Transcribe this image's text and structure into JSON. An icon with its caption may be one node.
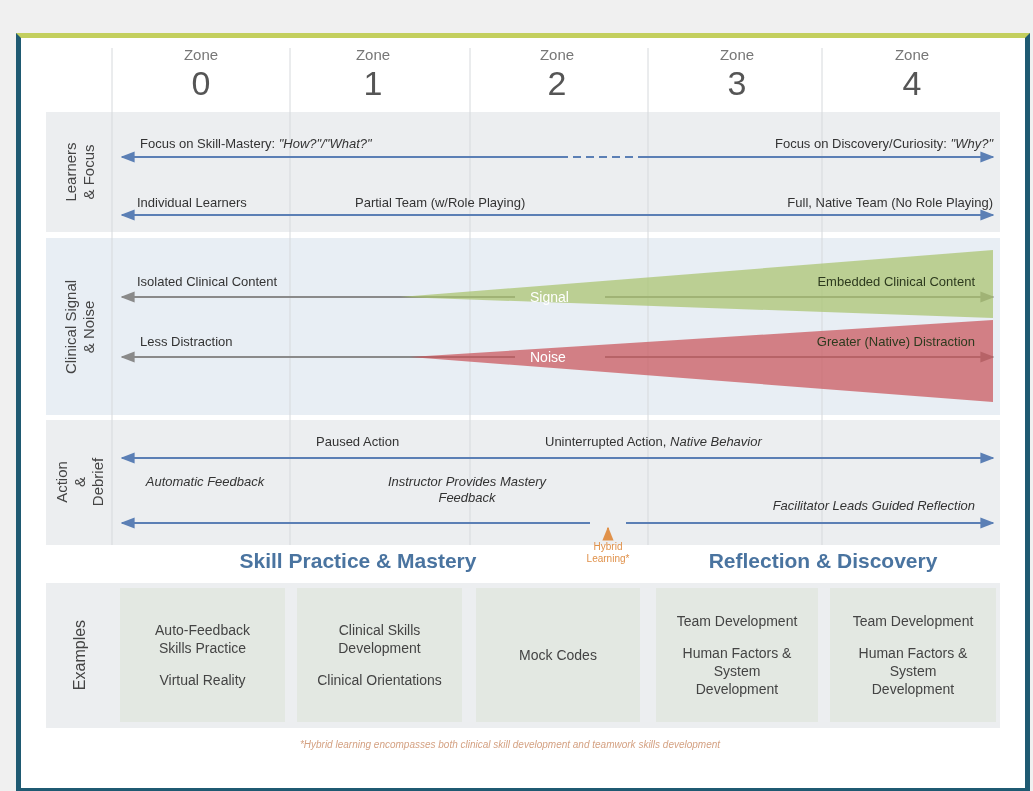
{
  "diagram": {
    "nodes": [
      {
        "text": [
          "Auto-Feedback Skills Practice",
          "Virtual Reality"
        ]
      },
      {
        "text": [
          "Clinical Skills Development",
          "Clinical Orientations"
        ]
      },
      {
        "text": [
          "Mock Codes"
        ]
      },
      {
        "text": [
          "Team Development",
          "Human Factors & System Development"
        ]
      },
      {
        "text": [
          "Team Development",
          "Human Factors & System Development"
        ]
      },
      {
        "text": [
          "Signal"
        ]
      },
      {
        "text": [
          "Noise"
        ]
      }
    ],
    "edges": [],
    "labels": [
      "Zone",
      "Zone",
      "Zone",
      "Zone",
      "Zone",
      "0",
      "1",
      "2",
      "3",
      "4",
      "Learners & Focus",
      "Focus on Skill-Mastery: *\"How?\"/\"What?\"*",
      "Focus on Discovery/Curiosity: *\"Why?\"*",
      "Individual Learners",
      "Partial Team (w/Role Playing)",
      "Full, Native Team (No Role Playing)",
      "Clinical Signal & Noise",
      "Isolated Clinical Content",
      "Embedded Clinical Content",
      "Less Distraction",
      "Greater (Native) Distraction",
      "Action & Debrief",
      "Paused Action",
      "Uninterrupted Action, *Native Behavior*",
      "Automatic Feedback",
      "Instructor Provides Mastery Feedback",
      "Facilitator Leads Guided Reflection",
      "Skill Practice & Mastery",
      "Hybrid Learning*",
      "Reflection & Discovery",
      "Examples",
      "*Hybrid learning encompasses both clinical skill development and teamwork skills development"
    ]
  }
}
